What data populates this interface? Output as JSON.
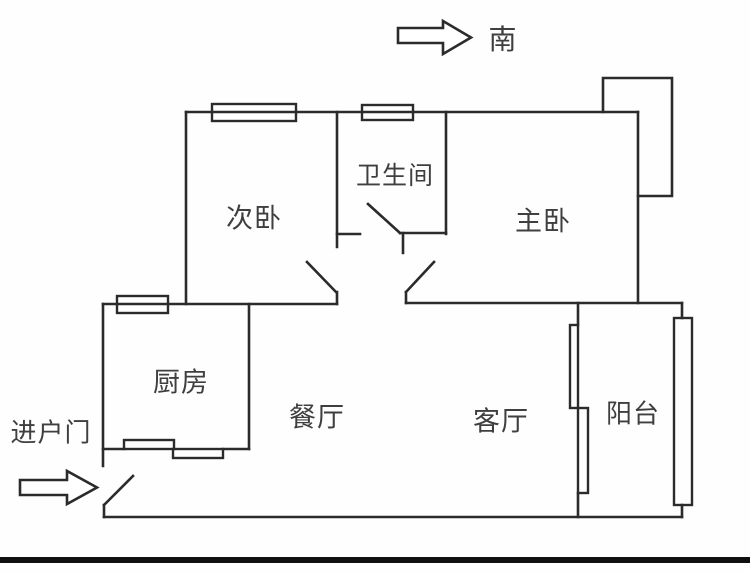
{
  "diagram": {
    "type": "apartment-floor-plan",
    "compass": {
      "label": "南",
      "arrow": "compass-arrow-pointing-right"
    },
    "entrance": {
      "label": "进户门",
      "arrow": "entrance-arrow-pointing-right"
    },
    "rooms": {
      "second_bedroom": {
        "label": "次卧"
      },
      "bathroom": {
        "label": "卫生间"
      },
      "master_bedroom": {
        "label": "主卧"
      },
      "kitchen": {
        "label": "厨房"
      },
      "dining_room": {
        "label": "餐厅"
      },
      "living_room": {
        "label": "客厅"
      },
      "balcony": {
        "label": "阳台"
      }
    },
    "symbols": {
      "windows": [
        "second-bedroom-window",
        "bathroom-window",
        "kitchen-window",
        "balcony-window"
      ],
      "sliding_doors": [
        "kitchen-sliding-door",
        "balcony-sliding-door"
      ],
      "swing_doors": [
        "second-bedroom-door",
        "master-bedroom-door",
        "bathroom-door",
        "entrance-door"
      ]
    },
    "colors": {
      "wall": "#2b2b2b",
      "text": "#3f3f3f",
      "background": "#fefefe",
      "footer_bar": "#101010"
    }
  }
}
